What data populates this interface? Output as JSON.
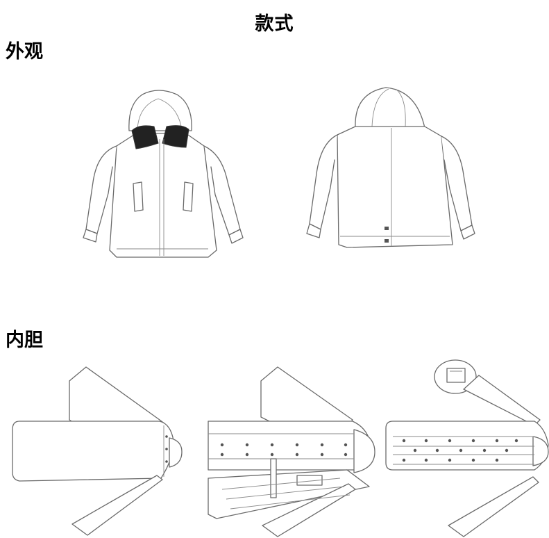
{
  "page": {
    "title": "款式",
    "sections": {
      "outer": {
        "label": "外观"
      },
      "inner": {
        "label": "内胆"
      }
    }
  }
}
